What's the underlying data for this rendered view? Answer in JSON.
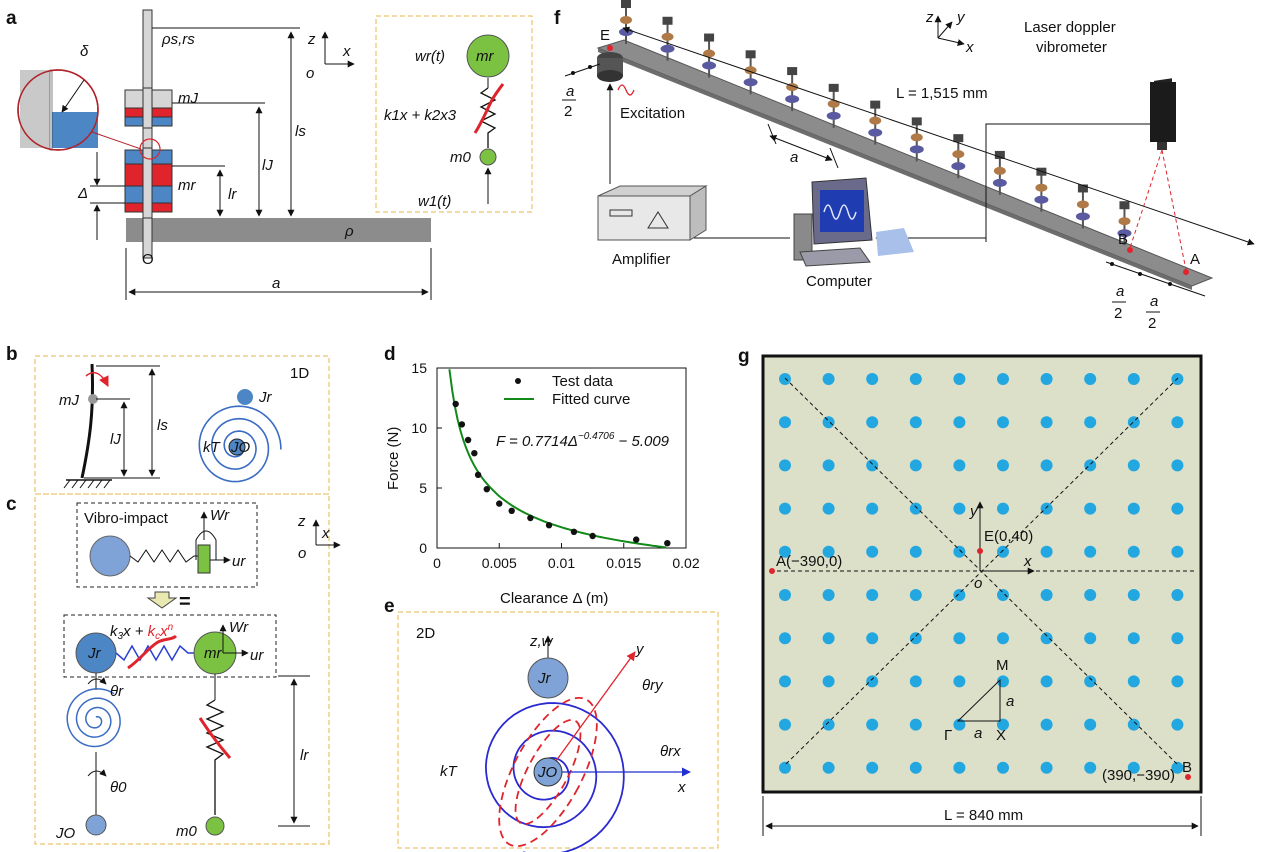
{
  "panel_labels": {
    "a": "a",
    "b": "b",
    "c": "c",
    "d": "d",
    "e": "e",
    "f": "f",
    "g": "g"
  },
  "panel_a": {
    "rho_s_r_s": "ρs,rs",
    "z": "z",
    "x": "x",
    "o": "o",
    "m_J": "mJ",
    "m_r": "mr",
    "delta": "δ",
    "Delta": "Δ",
    "l_J": "lJ",
    "l_r": "lr",
    "l_s": "ls",
    "rho": "ρ",
    "O": "O",
    "a": "a",
    "inset": {
      "w_r_t": "wr(t)",
      "m_r": "mr",
      "spring": "k1x + k2x3",
      "m_0": "m0",
      "w_1_t": "w1(t)"
    }
  },
  "panel_b": {
    "tag": "1D",
    "m_J": "mJ",
    "l_J": "lJ",
    "l_s": "ls",
    "J_r": "Jr",
    "k_T": "kT",
    "J_O": "JO"
  },
  "panel_c": {
    "vibro_impact": "Vibro-impact",
    "W_r": "Wr",
    "u_r": "ur",
    "z": "z",
    "x": "x",
    "o": "o",
    "spring": "k3x + kcxn",
    "J_r": "Jr",
    "m_r": "mr",
    "W_r2": "Wr",
    "u_r2": "ur",
    "theta_r": "θr",
    "theta_0": "θ0",
    "J_O": "JO",
    "m_0": "m0",
    "l_r": "lr"
  },
  "panel_e": {
    "tag": "2D",
    "zw": "z,w",
    "y": "y",
    "theta_ry": "θry",
    "J_r": "Jr",
    "k_T": "kT",
    "J_O": "JO",
    "theta_rx": "θrx",
    "x": "x"
  },
  "panel_f": {
    "z": "z",
    "y": "y",
    "x": "x",
    "E": "E",
    "L": "L = 1,515 mm",
    "laser": [
      "Laser doppler",
      "vibrometer"
    ],
    "excitation": "Excitation",
    "a": "a",
    "a2": "a",
    "two": "2",
    "amplifier": "Amplifier",
    "computer": "Computer",
    "A": "A",
    "B": "B"
  },
  "panel_g": {
    "A": "A(−390,0)",
    "E": "E(0,40)",
    "B": "B",
    "B_coord": "(390,−390)",
    "y": "y",
    "x": "x",
    "o": "o",
    "M": "M",
    "Gamma": "Γ",
    "X": "X",
    "a": "a",
    "L": "L = 840 mm"
  },
  "colors": {
    "blue": "#4d86c4",
    "red": "#e0242b",
    "green": "#7cc242",
    "plate": "#dde0c9",
    "dot": "#23a7e0",
    "gray": "#9a9a9a",
    "panelBorder": "#e8b54a"
  },
  "chart_data": {
    "type": "scatter",
    "xlabel": "Clearance Δ (m)",
    "ylabel": "Force (N)",
    "xlim": [
      0,
      0.02
    ],
    "ylim": [
      0,
      15
    ],
    "xticks": [
      "0",
      "0.005",
      "0.01",
      "0.015",
      "0.02"
    ],
    "yticks": [
      "0",
      "5",
      "10",
      "15"
    ],
    "legend": [
      "Test data",
      "Fitted curve"
    ],
    "equation": "F = 0.7714Δ−0.4706 − 5.009",
    "series": [
      {
        "name": "Test data",
        "points": [
          [
            0.0015,
            12.0
          ],
          [
            0.002,
            10.3
          ],
          [
            0.0025,
            9.0
          ],
          [
            0.003,
            7.9
          ],
          [
            0.0033,
            6.1
          ],
          [
            0.004,
            4.9
          ],
          [
            0.005,
            3.7
          ],
          [
            0.006,
            3.1
          ],
          [
            0.0075,
            2.5
          ],
          [
            0.009,
            1.9
          ],
          [
            0.011,
            1.35
          ],
          [
            0.0125,
            1.0
          ],
          [
            0.016,
            0.7
          ],
          [
            0.0185,
            0.4
          ]
        ]
      },
      {
        "name": "Fitted curve",
        "fit": {
          "a": 0.7714,
          "b": -0.4706,
          "c": -5.009,
          "from": 0.001,
          "to": 0.0184
        }
      }
    ]
  }
}
